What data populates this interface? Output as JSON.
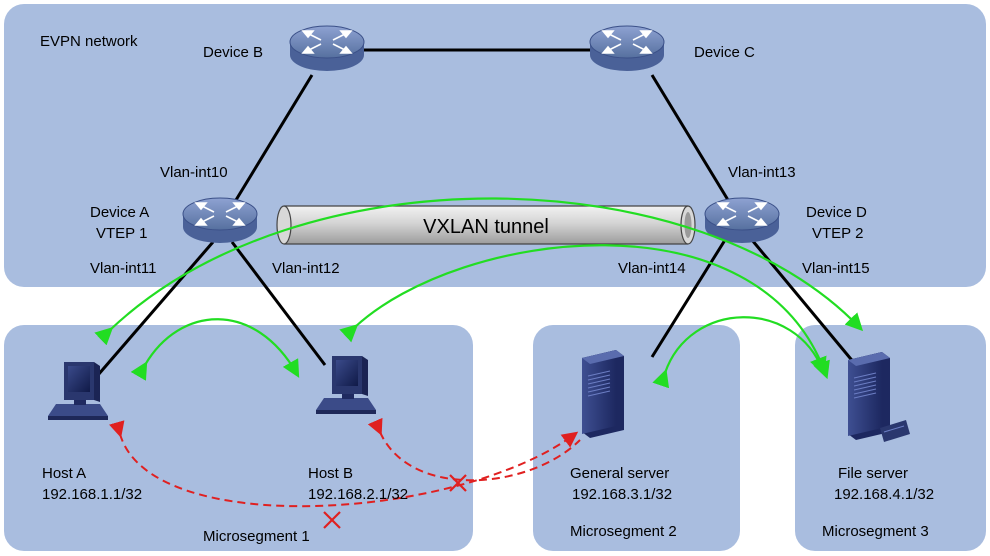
{
  "regions": {
    "evpn": "EVPN network",
    "ms1": "Microsegment 1",
    "ms2": "Microsegment 2",
    "ms3": "Microsegment 3"
  },
  "devices": {
    "b": "Device B",
    "c": "Device C",
    "a_name": "Device A",
    "a_role": "VTEP 1",
    "d_name": "Device D",
    "d_role": "VTEP 2"
  },
  "interfaces": {
    "i10": "Vlan-int10",
    "i11": "Vlan-int11",
    "i12": "Vlan-int12",
    "i13": "Vlan-int13",
    "i14": "Vlan-int14",
    "i15": "Vlan-int15"
  },
  "tunnel": "VXLAN tunnel",
  "hosts": {
    "a_name": "Host A",
    "a_ip": "192.168.1.1/32",
    "b_name": "Host B",
    "b_ip": "192.168.2.1/32"
  },
  "servers": {
    "gen_name": "General server",
    "gen_ip": "192.168.3.1/32",
    "file_name": "File server",
    "file_ip": "192.168.4.1/32"
  },
  "colors": {
    "region_fill": "#a9bddf",
    "allowed_arrow": "#22dd22",
    "blocked_arrow": "#e02020",
    "device_body": "#5a72ae"
  }
}
